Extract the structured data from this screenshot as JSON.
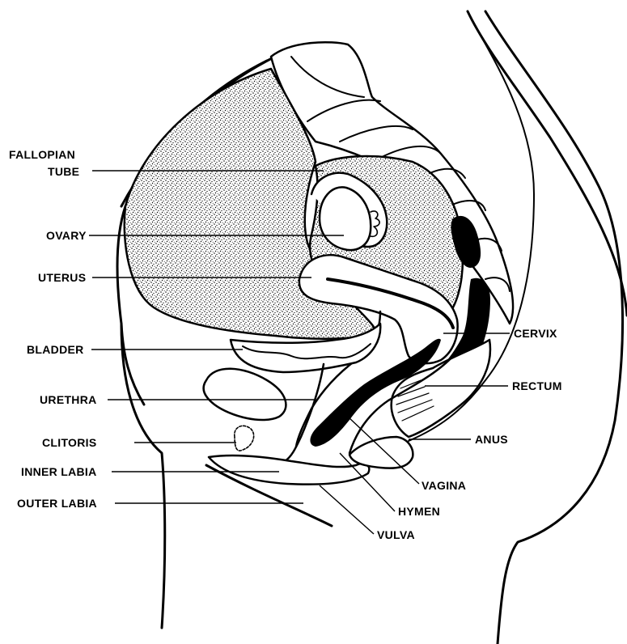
{
  "labels": {
    "fallopian_tube_line1": "FALLOPIAN",
    "fallopian_tube_line2": "TUBE",
    "ovary": "OVARY",
    "uterus": "UTERUS",
    "bladder": "BLADDER",
    "urethra": "URETHRA",
    "clitoris": "CLITORIS",
    "inner_labia": "INNER LABIA",
    "outer_labia": "OUTER LABIA",
    "cervix": "CERVIX",
    "rectum": "RECTUM",
    "anus": "ANUS",
    "vagina": "VAGINA",
    "hymen": "HYMEN",
    "vulva": "VULVA"
  },
  "colors": {
    "ink": "#000000",
    "background": "#ffffff",
    "stipple_base": "#ffffff",
    "stipple_dot": "#000000"
  }
}
